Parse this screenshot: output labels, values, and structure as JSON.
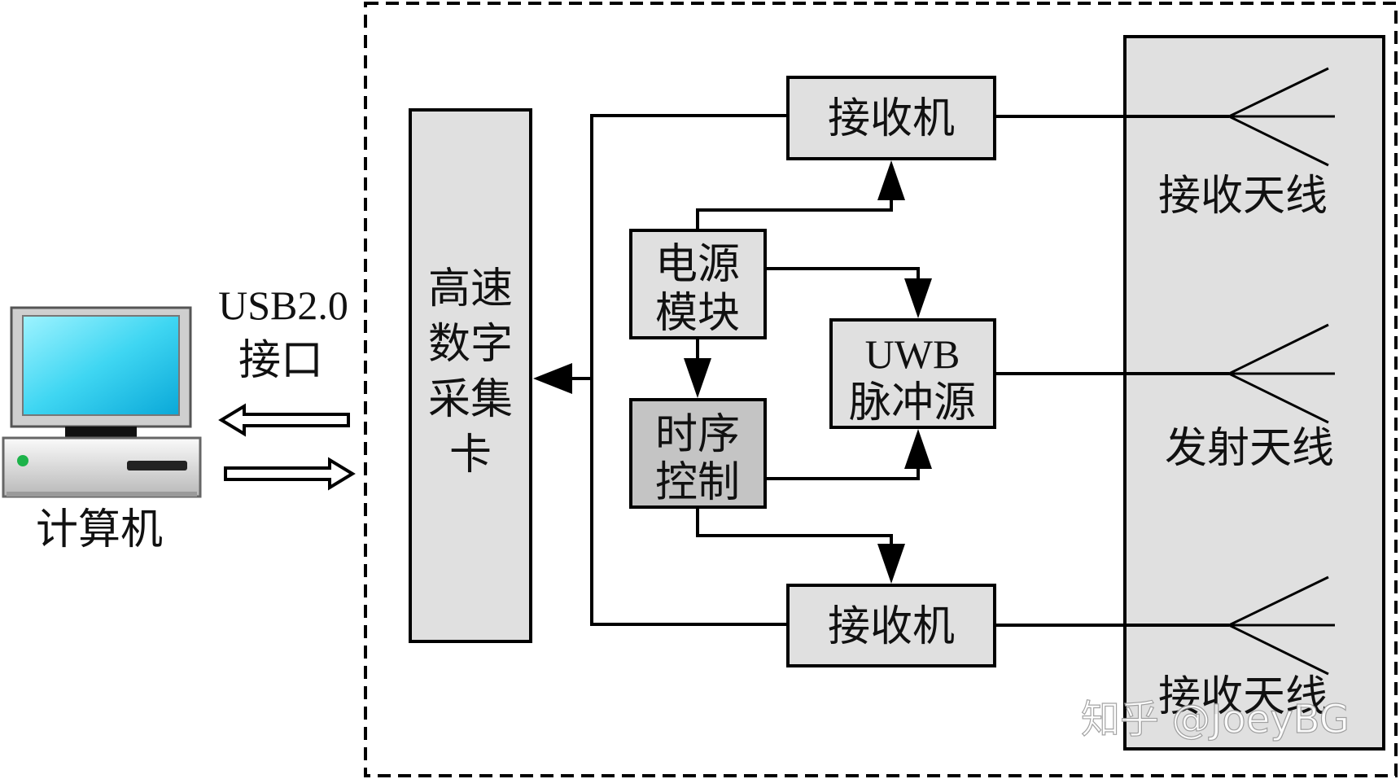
{
  "computer": {
    "label": "计算机"
  },
  "interface": {
    "line1": "USB2.0",
    "line2": "接口"
  },
  "daq": {
    "lines": [
      "高速",
      "数字",
      "采集",
      "卡"
    ]
  },
  "receiver_top": {
    "label": "接收机"
  },
  "receiver_bottom": {
    "label": "接收机"
  },
  "power": {
    "lines": [
      "电源",
      "模块"
    ]
  },
  "timing": {
    "lines": [
      "时序",
      "控制"
    ]
  },
  "uwb": {
    "lines": [
      "UWB",
      "脉冲源"
    ]
  },
  "antennas": {
    "rx_top": "接收天线",
    "tx": "发射天线",
    "rx_bottom": "接收天线"
  },
  "watermark": "知乎 @JoeyBG"
}
